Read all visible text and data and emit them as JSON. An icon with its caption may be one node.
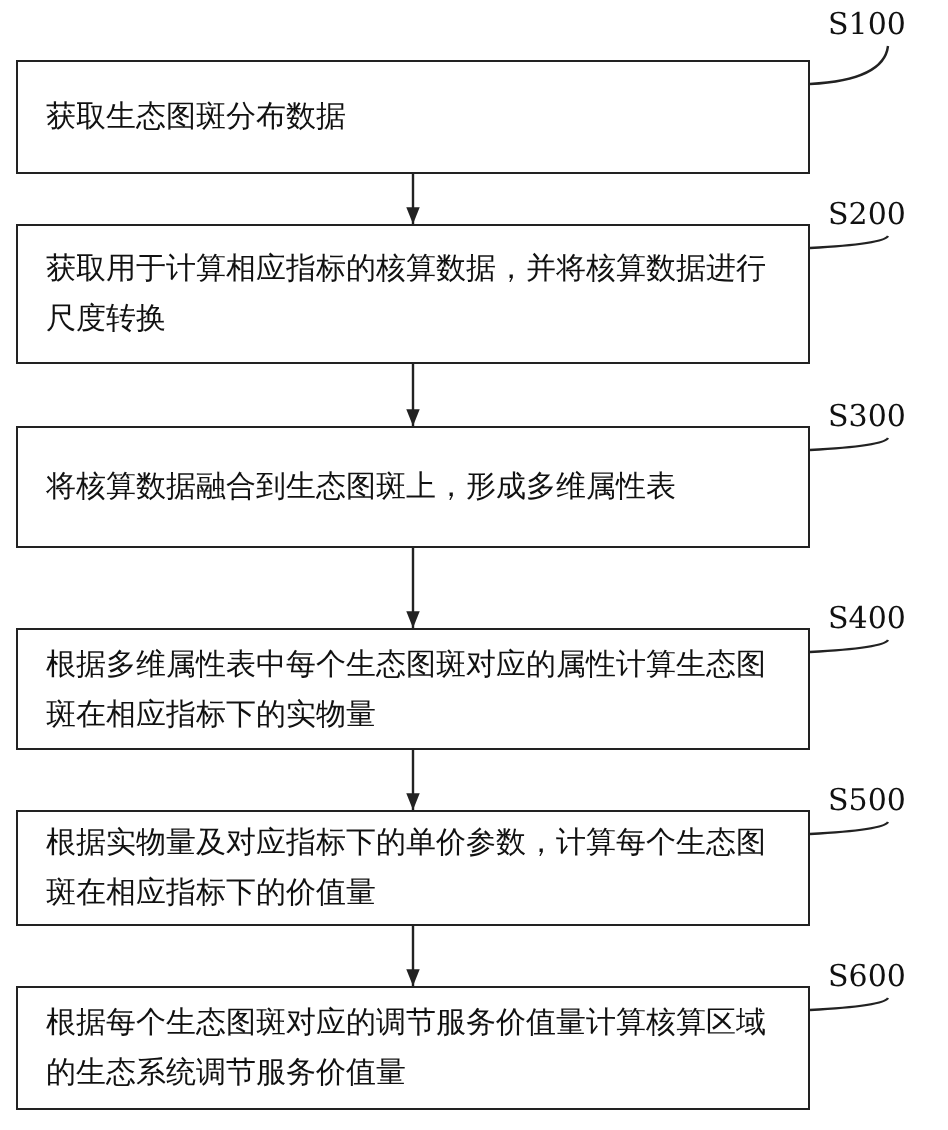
{
  "diagram": {
    "nodes": [
      {
        "text": [
          "S100"
        ]
      },
      {
        "text": [
          "获取生态图斑分布数据"
        ]
      },
      {
        "text": [
          "S200"
        ]
      },
      {
        "text": [
          "获取用于计算相应指标的核算数据，并将核算数据进行尺度转换"
        ]
      },
      {
        "text": [
          "S300"
        ]
      },
      {
        "text": [
          "将核算数据融合到生态图斑上，形成多维属性表"
        ]
      },
      {
        "text": [
          "S400"
        ]
      },
      {
        "text": [
          "根据多维属性表中每个生态图斑对应的属性计算生态图斑在相应指标下的实物量"
        ]
      },
      {
        "text": [
          "S500"
        ]
      },
      {
        "text": [
          "根据实物量及对应指标下的单价参数，计算每个生态图斑在相应指标下的价值量"
        ]
      },
      {
        "text": [
          "S600"
        ]
      },
      {
        "text": [
          "根据每个生态图斑对应的调节服务价值量计算核算区域的生态系统调节服务价值量"
        ]
      }
    ],
    "edges": [
      {
        "from": 1,
        "to": 3,
        "arrow": "to"
      },
      {
        "from": 3,
        "to": 5,
        "arrow": "to"
      },
      {
        "from": 5,
        "to": 7,
        "arrow": "to"
      },
      {
        "from": 7,
        "to": 9,
        "arrow": "to"
      },
      {
        "from": 9,
        "to": 11,
        "arrow": "to"
      },
      {
        "from": 0,
        "to": 1,
        "arrow": "none"
      },
      {
        "from": 2,
        "to": 3,
        "arrow": "none"
      },
      {
        "from": 4,
        "to": 5,
        "arrow": "none"
      },
      {
        "from": 6,
        "to": 7,
        "arrow": "none"
      },
      {
        "from": 8,
        "to": 9,
        "arrow": "none"
      },
      {
        "from": 10,
        "to": 11,
        "arrow": "none"
      }
    ]
  }
}
